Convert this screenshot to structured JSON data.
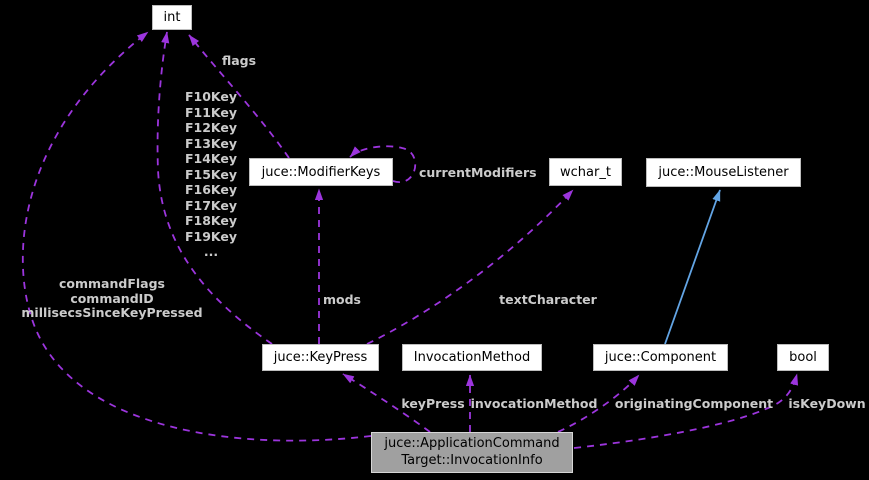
{
  "diagram": {
    "title": "juce::ApplicationCommandTarget::InvocationInfo collaboration graph",
    "background_color": "#000000",
    "dependency_edge_color": "#9C35DD",
    "inheritance_edge_color": "#63A5E5",
    "edge_label_color": "#CBCBCB",
    "node_fill": "#FFFFFF",
    "current_node_fill": "#A0A0A0"
  },
  "nodes": {
    "int": {
      "label": "int"
    },
    "modifier_keys": {
      "label": "juce::ModifierKeys"
    },
    "wchar_t": {
      "label": "wchar_t"
    },
    "mouse_listener": {
      "label": "juce::MouseListener"
    },
    "key_press": {
      "label": "juce::KeyPress"
    },
    "invocation_method": {
      "label": "InvocationMethod"
    },
    "component": {
      "label": "juce::Component"
    },
    "bool": {
      "label": "bool"
    },
    "invocation_info": {
      "label": "juce::ApplicationCommand\nTarget::InvocationInfo"
    }
  },
  "edge_labels": {
    "flags": "flags",
    "fkeys": "F10Key\nF11Key\nF12Key\nF13Key\nF14Key\nF15Key\nF16Key\nF17Key\nF18Key\nF19Key\n...",
    "current_modifiers": "currentModifiers",
    "command_group": "commandFlags\ncommandID\nmillisecsSinceKeyPressed",
    "mods": "mods",
    "text_character": "textCharacter",
    "key_press": "keyPress",
    "invocation_method": "invocationMethod",
    "originating_component": "originatingComponent",
    "is_key_down": "isKeyDown"
  }
}
